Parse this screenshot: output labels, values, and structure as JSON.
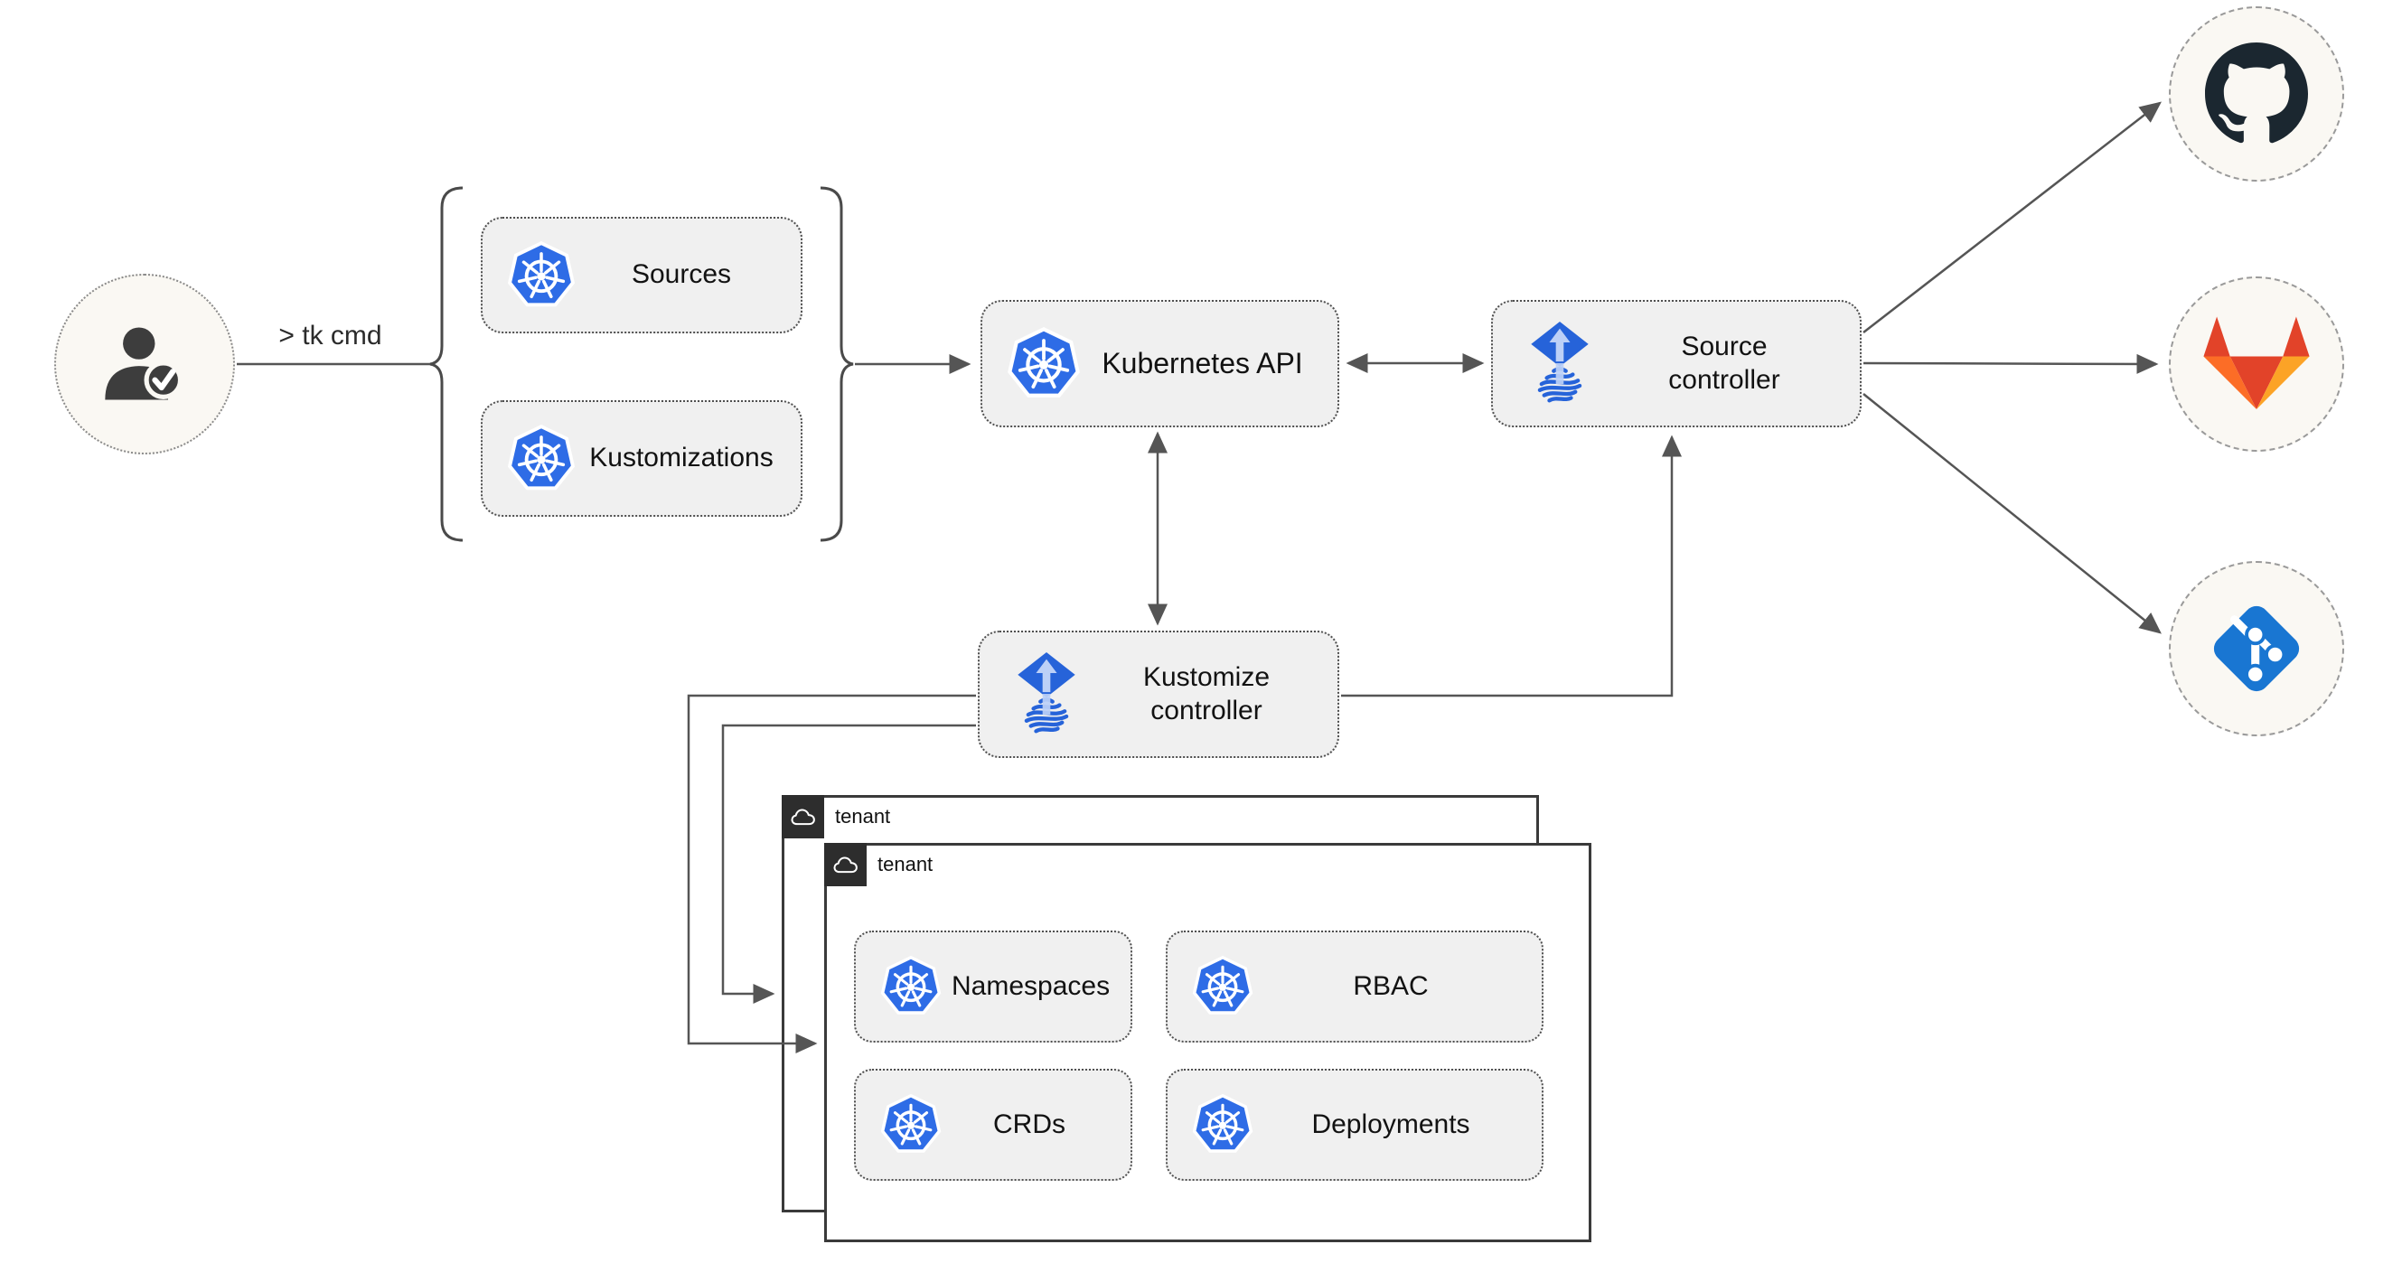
{
  "diagram": {
    "cli_label": "> tk cmd",
    "definitions": {
      "sources": "Sources",
      "kustomizations": "Kustomizations"
    },
    "cluster": {
      "kubernetes_api": "Kubernetes API",
      "source_controller": "Source controller",
      "kustomize_controller": "Kustomize controller"
    },
    "tenant_back": {
      "label": "tenant"
    },
    "tenant_front": {
      "label": "tenant",
      "resources": [
        "Namespaces",
        "RBAC",
        "CRDs",
        "Deployments"
      ]
    },
    "remotes": [
      "github",
      "gitlab",
      "git"
    ],
    "colors": {
      "kubernetes_blue": "#2e6ce6",
      "flux_blue": "#2663d9",
      "flux_arrow_light": "#bcd0f7",
      "github_dark": "#1b2730",
      "gitlab_orange": "#fc6d26",
      "gitlab_red": "#e24329",
      "gitlab_amber": "#fca326",
      "git_blue": "#1976d2",
      "wire_gray": "#555555",
      "node_fill": "#f0f0f0",
      "tenant_tab_dark": "#2d2d2d"
    }
  }
}
